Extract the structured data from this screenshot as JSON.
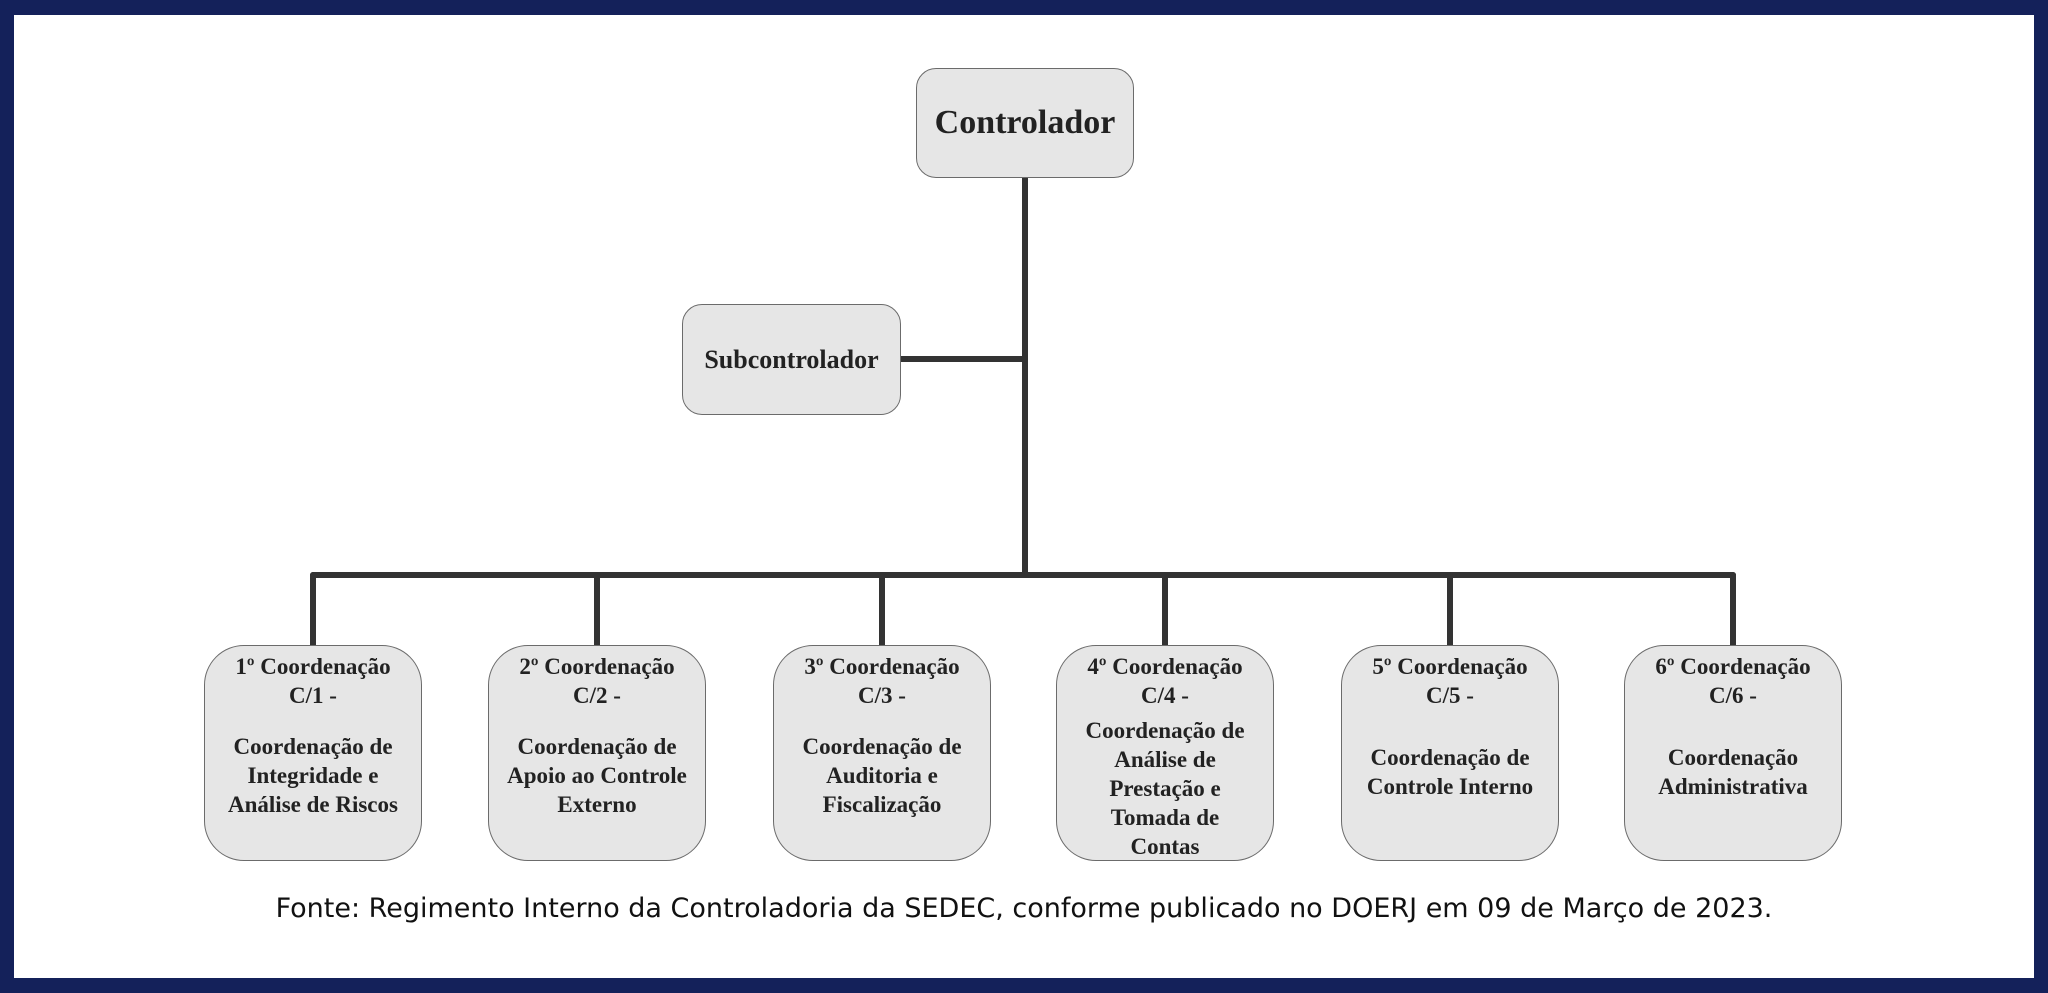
{
  "top": {
    "label": "Controlador"
  },
  "sub": {
    "label": "Subcontrolador"
  },
  "coordinations": [
    {
      "title": "1º Coordenação",
      "code": "C/1 -",
      "name": "Coordenação de Integridade e Análise de Riscos"
    },
    {
      "title": "2º Coordenação",
      "code": "C/2 -",
      "name": "Coordenação de Apoio ao Controle Externo"
    },
    {
      "title": "3º Coordenação",
      "code": "C/3 -",
      "name": "Coordenação de Auditoria e Fiscalização"
    },
    {
      "title": "4º Coordenação",
      "code": "C/4 -",
      "name": "Coordenação de Análise de Prestação e Tomada de Contas"
    },
    {
      "title": "5º Coordenação",
      "code": "C/5 -",
      "name": "Coordenação de Controle Interno"
    },
    {
      "title": "6º Coordenação",
      "code": "C/6 -",
      "name": "Coordenação Administrativa"
    }
  ],
  "caption": "Fonte: Regimento Interno da Controladoria da SEDEC, conforme publicado no DOERJ em 09 de Março de 2023.",
  "colors": {
    "frame": "#14215a",
    "box": "#e6e6e6",
    "line": "#333333"
  }
}
